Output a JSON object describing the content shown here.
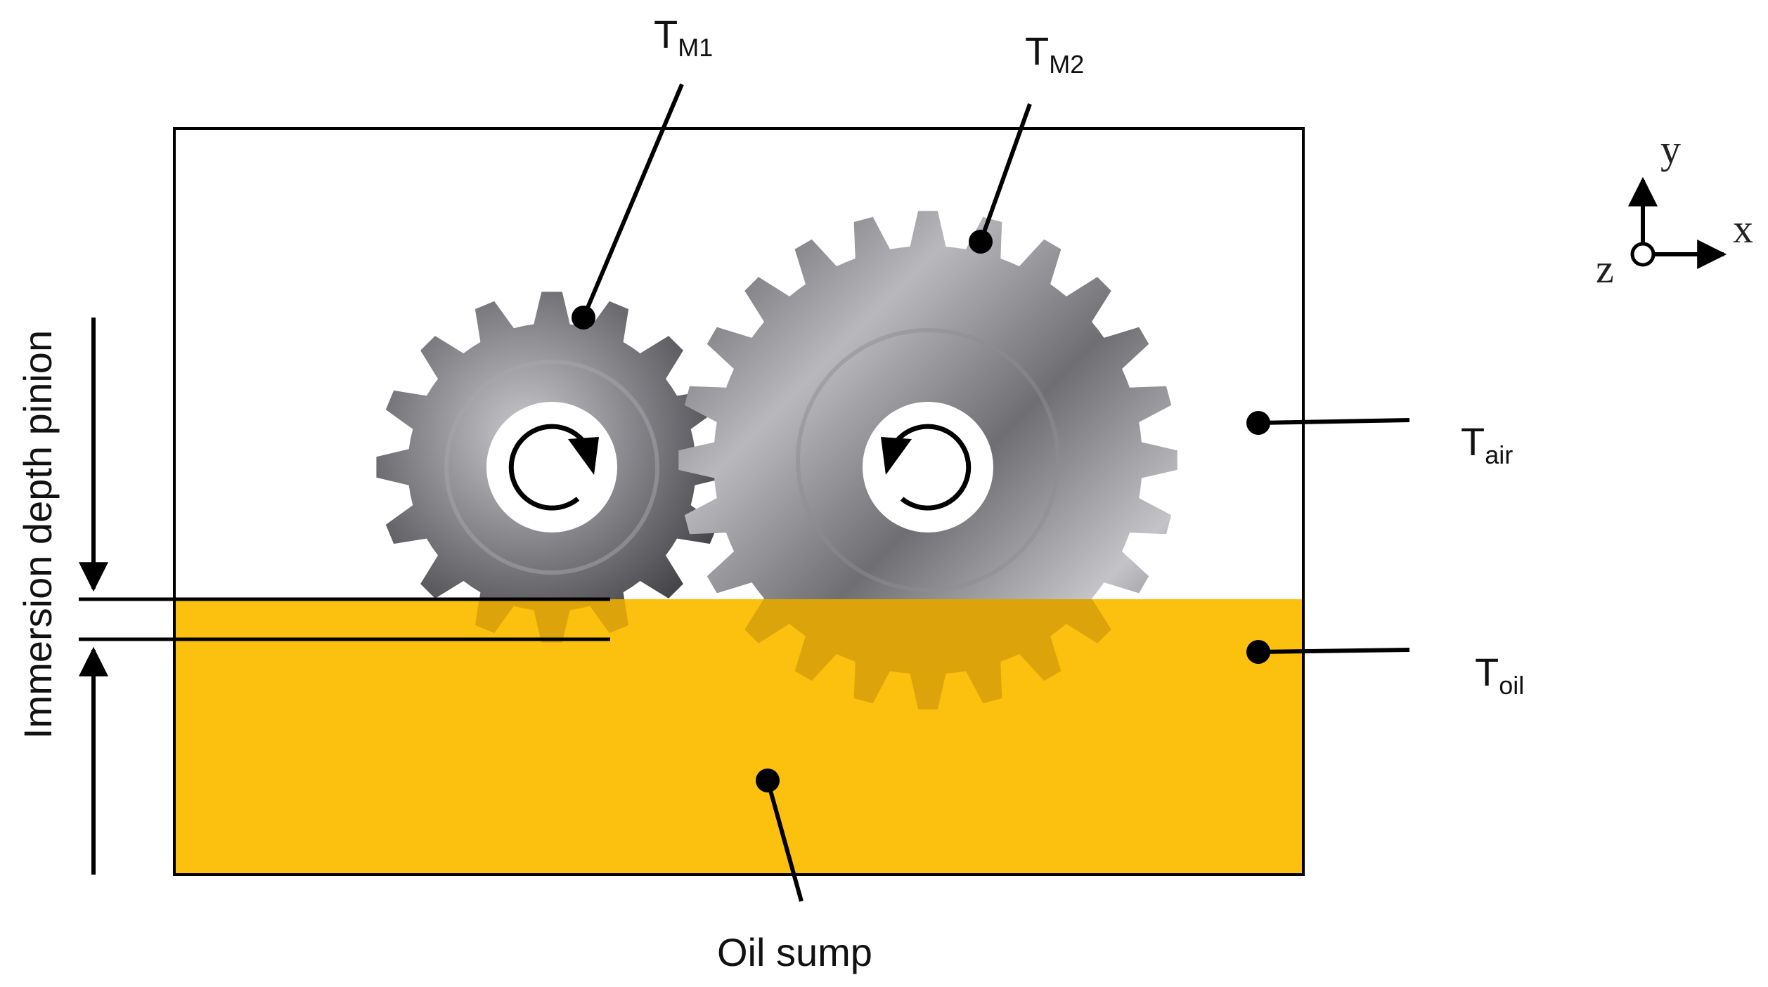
{
  "labels": {
    "tm1_main": "T",
    "tm1_sub": "M1",
    "tm2_main": "T",
    "tm2_sub": "M2",
    "tair_main": "T",
    "tair_sub": "air",
    "toil_main": "T",
    "toil_sub": "oil",
    "oil_sump": "Oil sump",
    "immersion": "Immersion depth pinion"
  },
  "axes": {
    "x": "x",
    "y": "y",
    "z": "z"
  },
  "colors": {
    "oil": "#fcc10e",
    "gear_dark": "#4a4a4e",
    "gear_light": "#c9c9cc",
    "line": "#000000"
  },
  "icons": {
    "pinion_rotation": "clockwise-arrow-icon",
    "gear_rotation": "counterclockwise-arrow-icon"
  }
}
